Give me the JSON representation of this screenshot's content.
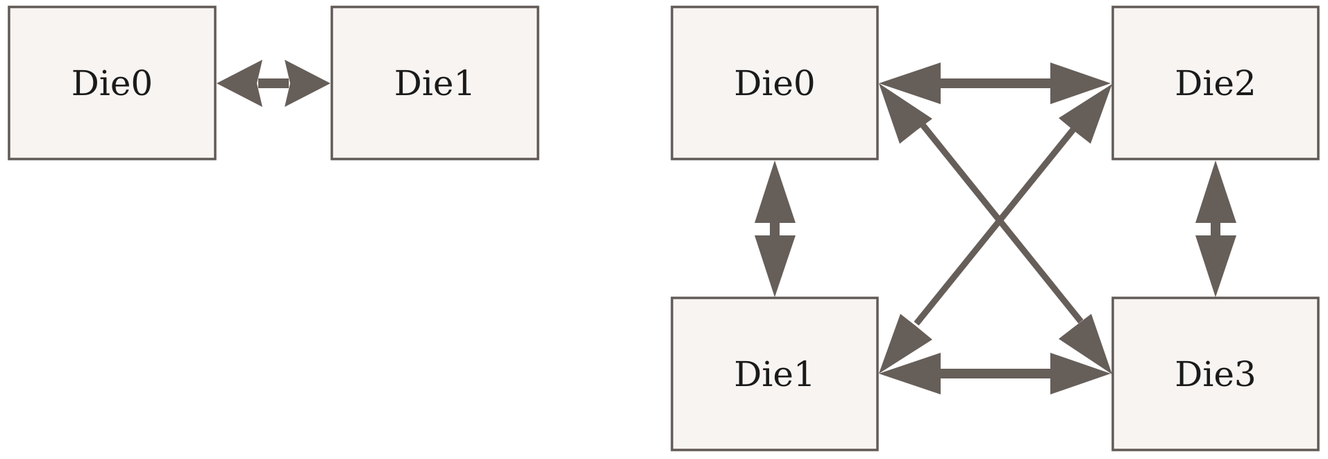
{
  "colors": {
    "box_fill": "#f7f4f2",
    "box_stroke": "#625a56",
    "arrow": "#665e59",
    "text": "#1a1a1a"
  },
  "diagrams": {
    "two_die": {
      "nodes": [
        {
          "id": "d0",
          "label": "Die0"
        },
        {
          "id": "d1",
          "label": "Die1"
        }
      ],
      "edges": [
        {
          "from": "d0",
          "to": "d1",
          "style": "bidirectional"
        }
      ]
    },
    "four_die": {
      "nodes": [
        {
          "id": "d0",
          "label": "Die0"
        },
        {
          "id": "d1",
          "label": "Die1"
        },
        {
          "id": "d2",
          "label": "Die2"
        },
        {
          "id": "d3",
          "label": "Die3"
        }
      ],
      "edges": [
        {
          "from": "d0",
          "to": "d2",
          "style": "bidirectional"
        },
        {
          "from": "d1",
          "to": "d3",
          "style": "bidirectional"
        },
        {
          "from": "d0",
          "to": "d1",
          "style": "bidirectional"
        },
        {
          "from": "d2",
          "to": "d3",
          "style": "bidirectional"
        },
        {
          "from": "d0",
          "to": "d3",
          "style": "bidirectional"
        },
        {
          "from": "d1",
          "to": "d2",
          "style": "bidirectional"
        }
      ]
    }
  }
}
